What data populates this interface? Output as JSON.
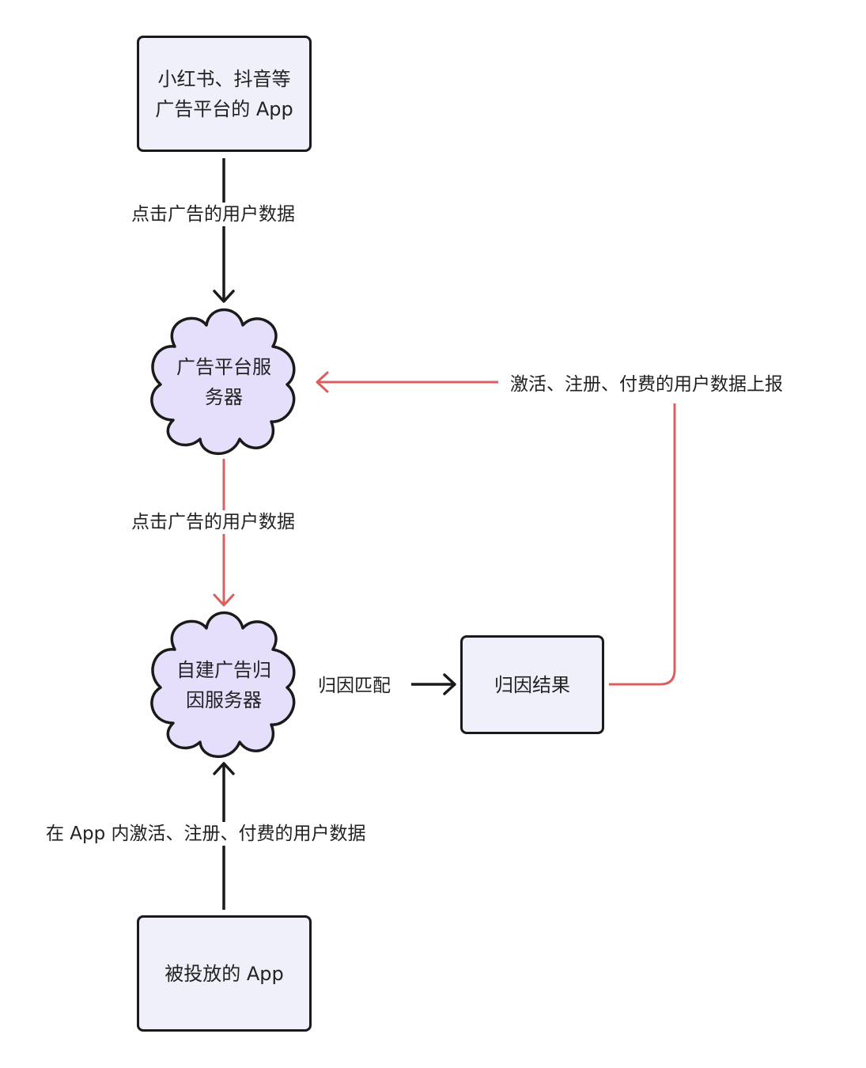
{
  "colors": {
    "box_fill": "#eff0fa",
    "cloud_fill": "#e6dffb",
    "stroke": "#1a1a1a",
    "red_edge": "#d9605f",
    "background": "#ffffff"
  },
  "nodes": {
    "ad_platform_app": {
      "line1": "小红书、抖音等",
      "line2": "广告平台的 App"
    },
    "ad_platform_server": {
      "line1": "广告平台服",
      "line2": "务器"
    },
    "attribution_server": {
      "line1": "自建广告归",
      "line2": "因服务器"
    },
    "attribution_result": {
      "label": "归因结果"
    },
    "promoted_app": {
      "label": "被投放的 App"
    }
  },
  "edges": {
    "app_to_platform": {
      "label": "点击广告的用户数据"
    },
    "platform_to_attribution": {
      "label": "点击广告的用户数据"
    },
    "attribution_to_result": {
      "label": "归因匹配"
    },
    "result_to_platform": {
      "label": "激活、注册、付费的用户数据上报"
    },
    "promoted_to_attribution": {
      "label": "在 App 内激活、注册、付费的用户数据"
    }
  }
}
